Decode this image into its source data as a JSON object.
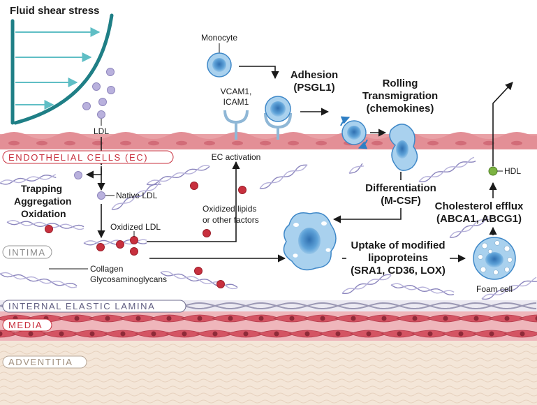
{
  "title": "Fluid shear stress",
  "layers": {
    "endothelial": "ENDOTHELIAL CELLS (EC)",
    "intima": "INTIMA",
    "internal_elastic_lamina": "INTERNAL ELASTIC LAMINA",
    "media": "MEDIA",
    "adventitia": "ADVENTITIA"
  },
  "labels": {
    "ldl": "LDL",
    "trapping": "Trapping",
    "aggregation": "Aggregation",
    "oxidation": "Oxidation",
    "native_ldl": "Native LDL",
    "oxidized_ldl": "Oxidized LDL",
    "collagen": "Collagen",
    "glycosaminoglycans": "Glycosaminoglycans",
    "monocyte": "Monocyte",
    "vcam1": "VCAM1,",
    "icam1": "ICAM1",
    "adhesion": "Adhesion",
    "psgl1": "(PSGL1)",
    "rolling": "Rolling",
    "transmigration": "Transmigration",
    "chemokines": "(chemokines)",
    "ec_activation": "EC activation",
    "oxidized_lipids": "Oxidized lipids",
    "other_factors": "or other factors",
    "differentiation": "Differentiation",
    "mcsf": "(M-CSF)",
    "uptake1": "Uptake of modified",
    "uptake2": "lipoproteins",
    "uptake3": "(SRA1, CD36, LOX)",
    "cholesterol_efflux": "Cholesterol efflux",
    "abca": "(ABCA1, ABCG1)",
    "hdl": "HDL",
    "foam_cell": "Foam cell"
  },
  "colors": {
    "endothelium": "#e9a1a6",
    "media_band": "#c84a5a",
    "adventitia": "#f4e6d8",
    "intima": "#ffffff",
    "ldl": "#b9b1dd",
    "oxidized": "#c8303e",
    "cell_blue": "#3f88c8",
    "cell_light": "#a9d1ee",
    "hdl": "#7cb342",
    "shear": "#1f7f86",
    "arrow_light": "#5fbec5"
  }
}
